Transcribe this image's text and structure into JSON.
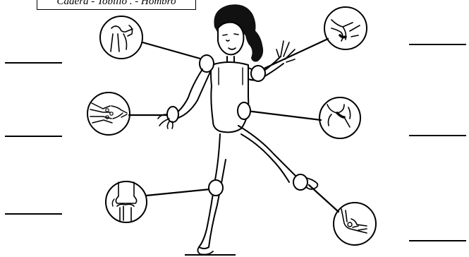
{
  "word_bank": {
    "text": "Cadera - Tobillo . - Hombro"
  },
  "answer_lines": [
    {
      "side": "left",
      "label": ""
    },
    {
      "side": "left",
      "label": ""
    },
    {
      "side": "left",
      "label": ""
    },
    {
      "side": "right",
      "label": ""
    },
    {
      "side": "right",
      "label": ""
    },
    {
      "side": "right",
      "label": ""
    },
    {
      "side": "right",
      "label": ""
    }
  ],
  "joints": [
    "shoulder",
    "wrist",
    "knee",
    "elbow",
    "hip",
    "ankle"
  ],
  "colors": {
    "ink": "#000000",
    "paper": "#ffffff",
    "hair": "#111111"
  }
}
